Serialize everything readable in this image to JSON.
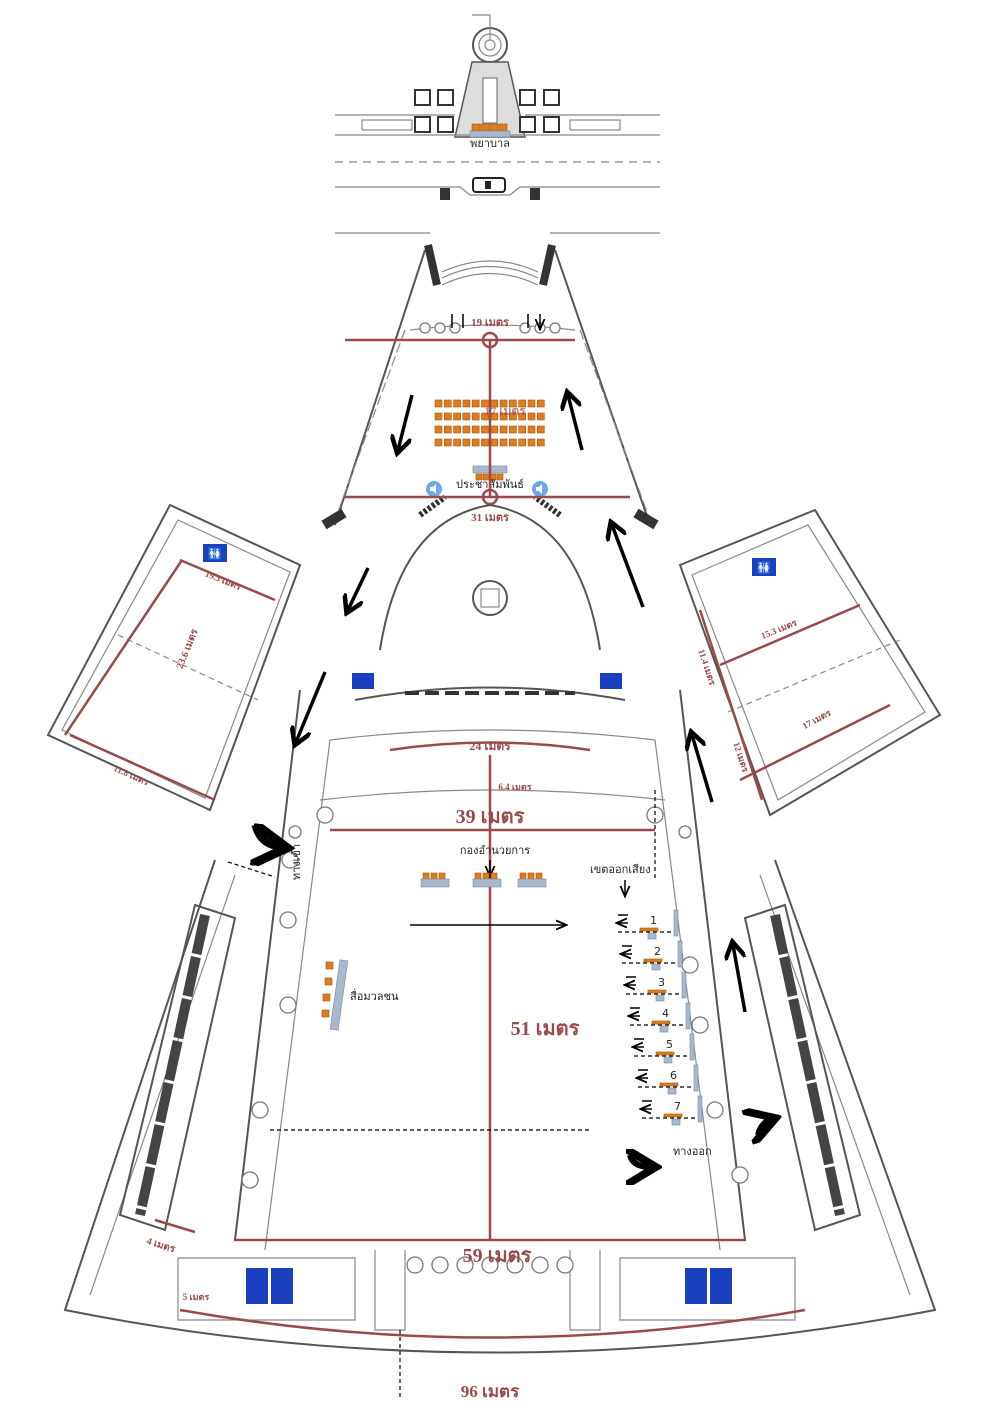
{
  "title": "Floor plan layout",
  "colors": {
    "dimension": "#9b4a4a",
    "seat": "#e07b1e",
    "restroom": "#1a3fbf",
    "speaker": "#6fa8e8"
  },
  "labels": {
    "nurse": "พยาบาล",
    "public_relations": "ประชาสัมพันธ์",
    "operations": "กองอำนวยการ",
    "media": "สื่อมวลชน",
    "voting_zone": "เขตออกเสียง",
    "entrance": "ทางเข้า",
    "exit": "ทางออก"
  },
  "dimensions": {
    "d19": "19 เมตร",
    "d17": "17 เมตร",
    "d31": "31 เมตร",
    "d19_3": "19.3 เมตร",
    "d23_6": "23.6 เมตร",
    "d11_8": "11.8 เมตร",
    "d15_3": "15.3 เมตร",
    "d11_4": "11.4 เมตร",
    "d17b": "17 เมตร",
    "d12": "12 เมตร",
    "d24": "24 เมตร",
    "d6_4": "6.4 เมตร",
    "d39": "39 เมตร",
    "d51": "51 เมตร",
    "d59": "59 เมตร",
    "d4": "4 เมตร",
    "d5": "5 เมตร",
    "d96": "96 เมตร"
  },
  "booths": [
    "1",
    "2",
    "3",
    "4",
    "5",
    "6",
    "7"
  ],
  "icons": {
    "restroom": "restroom-icon",
    "speaker": "speaker-icon",
    "car": "car-icon"
  }
}
